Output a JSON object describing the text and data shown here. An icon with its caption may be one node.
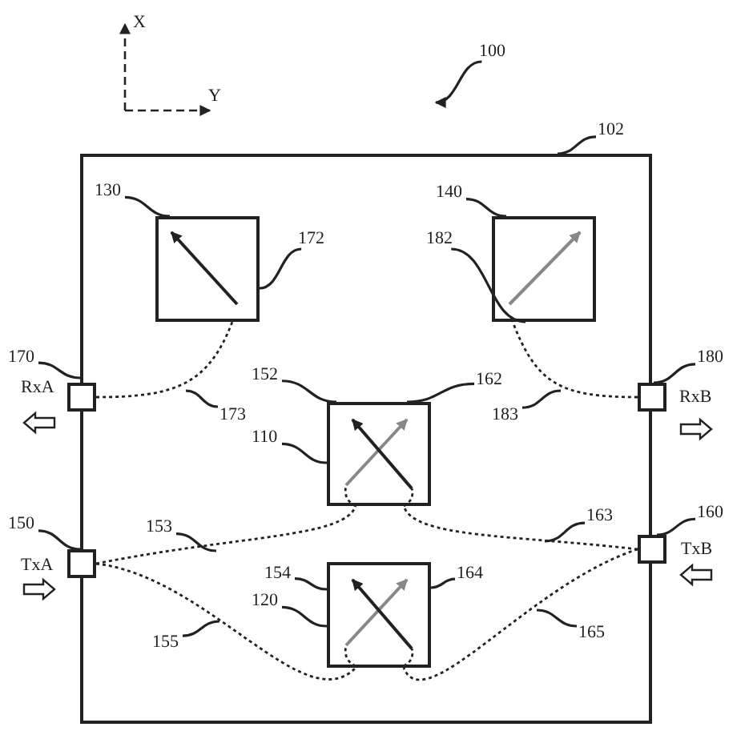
{
  "diagram": {
    "nodes": [
      {
        "text": [],
        "shape": "box"
      },
      {
        "text": [],
        "shape": "box",
        "in": 0
      },
      {
        "text": [],
        "shape": "box",
        "in": 0
      },
      {
        "text": [],
        "shape": "box",
        "in": 0
      },
      {
        "text": [],
        "shape": "box",
        "in": 0
      },
      {
        "text": [
          "RxA"
        ]
      },
      {
        "text": [
          "TxA"
        ]
      },
      {
        "text": [
          "RxB"
        ]
      },
      {
        "text": [
          "TxB"
        ]
      },
      {
        "text": [
          "100"
        ]
      },
      {
        "text": [
          "102"
        ]
      },
      {
        "text": [
          "130"
        ],
        "in": 0
      },
      {
        "text": [
          "172"
        ],
        "in": 0
      },
      {
        "text": [
          "140"
        ],
        "in": 0
      },
      {
        "text": [
          "182"
        ],
        "in": 0
      },
      {
        "text": [
          "170"
        ]
      },
      {
        "text": [
          "180"
        ]
      },
      {
        "text": [
          "152"
        ],
        "in": 0
      },
      {
        "text": [
          "162"
        ],
        "in": 0
      },
      {
        "text": [
          "173"
        ],
        "in": 0
      },
      {
        "text": [
          "183"
        ],
        "in": 0
      },
      {
        "text": [
          "110"
        ],
        "in": 0
      },
      {
        "text": [
          "150"
        ]
      },
      {
        "text": [
          "160"
        ]
      },
      {
        "text": [
          "153"
        ],
        "in": 0
      },
      {
        "text": [
          "163"
        ],
        "in": 0
      },
      {
        "text": [
          "154"
        ],
        "in": 0
      },
      {
        "text": [
          "164"
        ],
        "in": 0
      },
      {
        "text": [
          "120"
        ],
        "in": 0
      },
      {
        "text": [
          "155"
        ],
        "in": 0
      },
      {
        "text": [
          "165"
        ],
        "in": 0
      }
    ],
    "edges": [
      {
        "from": 5,
        "to": 1,
        "arrow": "none",
        "style": "dashed"
      },
      {
        "from": 7,
        "to": 2,
        "arrow": "none",
        "style": "dashed"
      },
      {
        "from": 6,
        "to": 3,
        "arrow": "none",
        "style": "dashed"
      },
      {
        "from": 8,
        "to": 3,
        "arrow": "none",
        "style": "dashed"
      },
      {
        "from": 6,
        "to": 4,
        "arrow": "none",
        "style": "dashed"
      },
      {
        "from": 8,
        "to": 4,
        "arrow": "none",
        "style": "dashed"
      },
      {
        "from": 9,
        "to": null,
        "arrow": "to"
      },
      {
        "from": 10,
        "to": 0,
        "arrow": "none"
      },
      {
        "from": 11,
        "to": 1,
        "arrow": "none"
      },
      {
        "from": 12,
        "to": 1,
        "arrow": "none"
      },
      {
        "from": 13,
        "to": 2,
        "arrow": "none"
      },
      {
        "from": 14,
        "to": 2,
        "arrow": "none"
      },
      {
        "from": 15,
        "to": 5,
        "arrow": "none"
      },
      {
        "from": 16,
        "to": 7,
        "arrow": "none"
      },
      {
        "from": 17,
        "to": 3,
        "arrow": "none"
      },
      {
        "from": 18,
        "to": 3,
        "arrow": "none"
      },
      {
        "from": 19,
        "to": null,
        "arrow": "none"
      },
      {
        "from": 20,
        "to": null,
        "arrow": "none"
      },
      {
        "from": 21,
        "to": 3,
        "arrow": "none"
      },
      {
        "from": 22,
        "to": 6,
        "arrow": "none"
      },
      {
        "from": 23,
        "to": 8,
        "arrow": "none"
      },
      {
        "from": 24,
        "to": null,
        "arrow": "none"
      },
      {
        "from": 25,
        "to": null,
        "arrow": "none"
      },
      {
        "from": 26,
        "to": 4,
        "arrow": "none"
      },
      {
        "from": 27,
        "to": 4,
        "arrow": "none"
      },
      {
        "from": 28,
        "to": 4,
        "arrow": "none"
      },
      {
        "from": 29,
        "to": null,
        "arrow": "none"
      },
      {
        "from": 30,
        "to": null,
        "arrow": "none"
      }
    ],
    "labels": [
      "X",
      "Y"
    ]
  }
}
